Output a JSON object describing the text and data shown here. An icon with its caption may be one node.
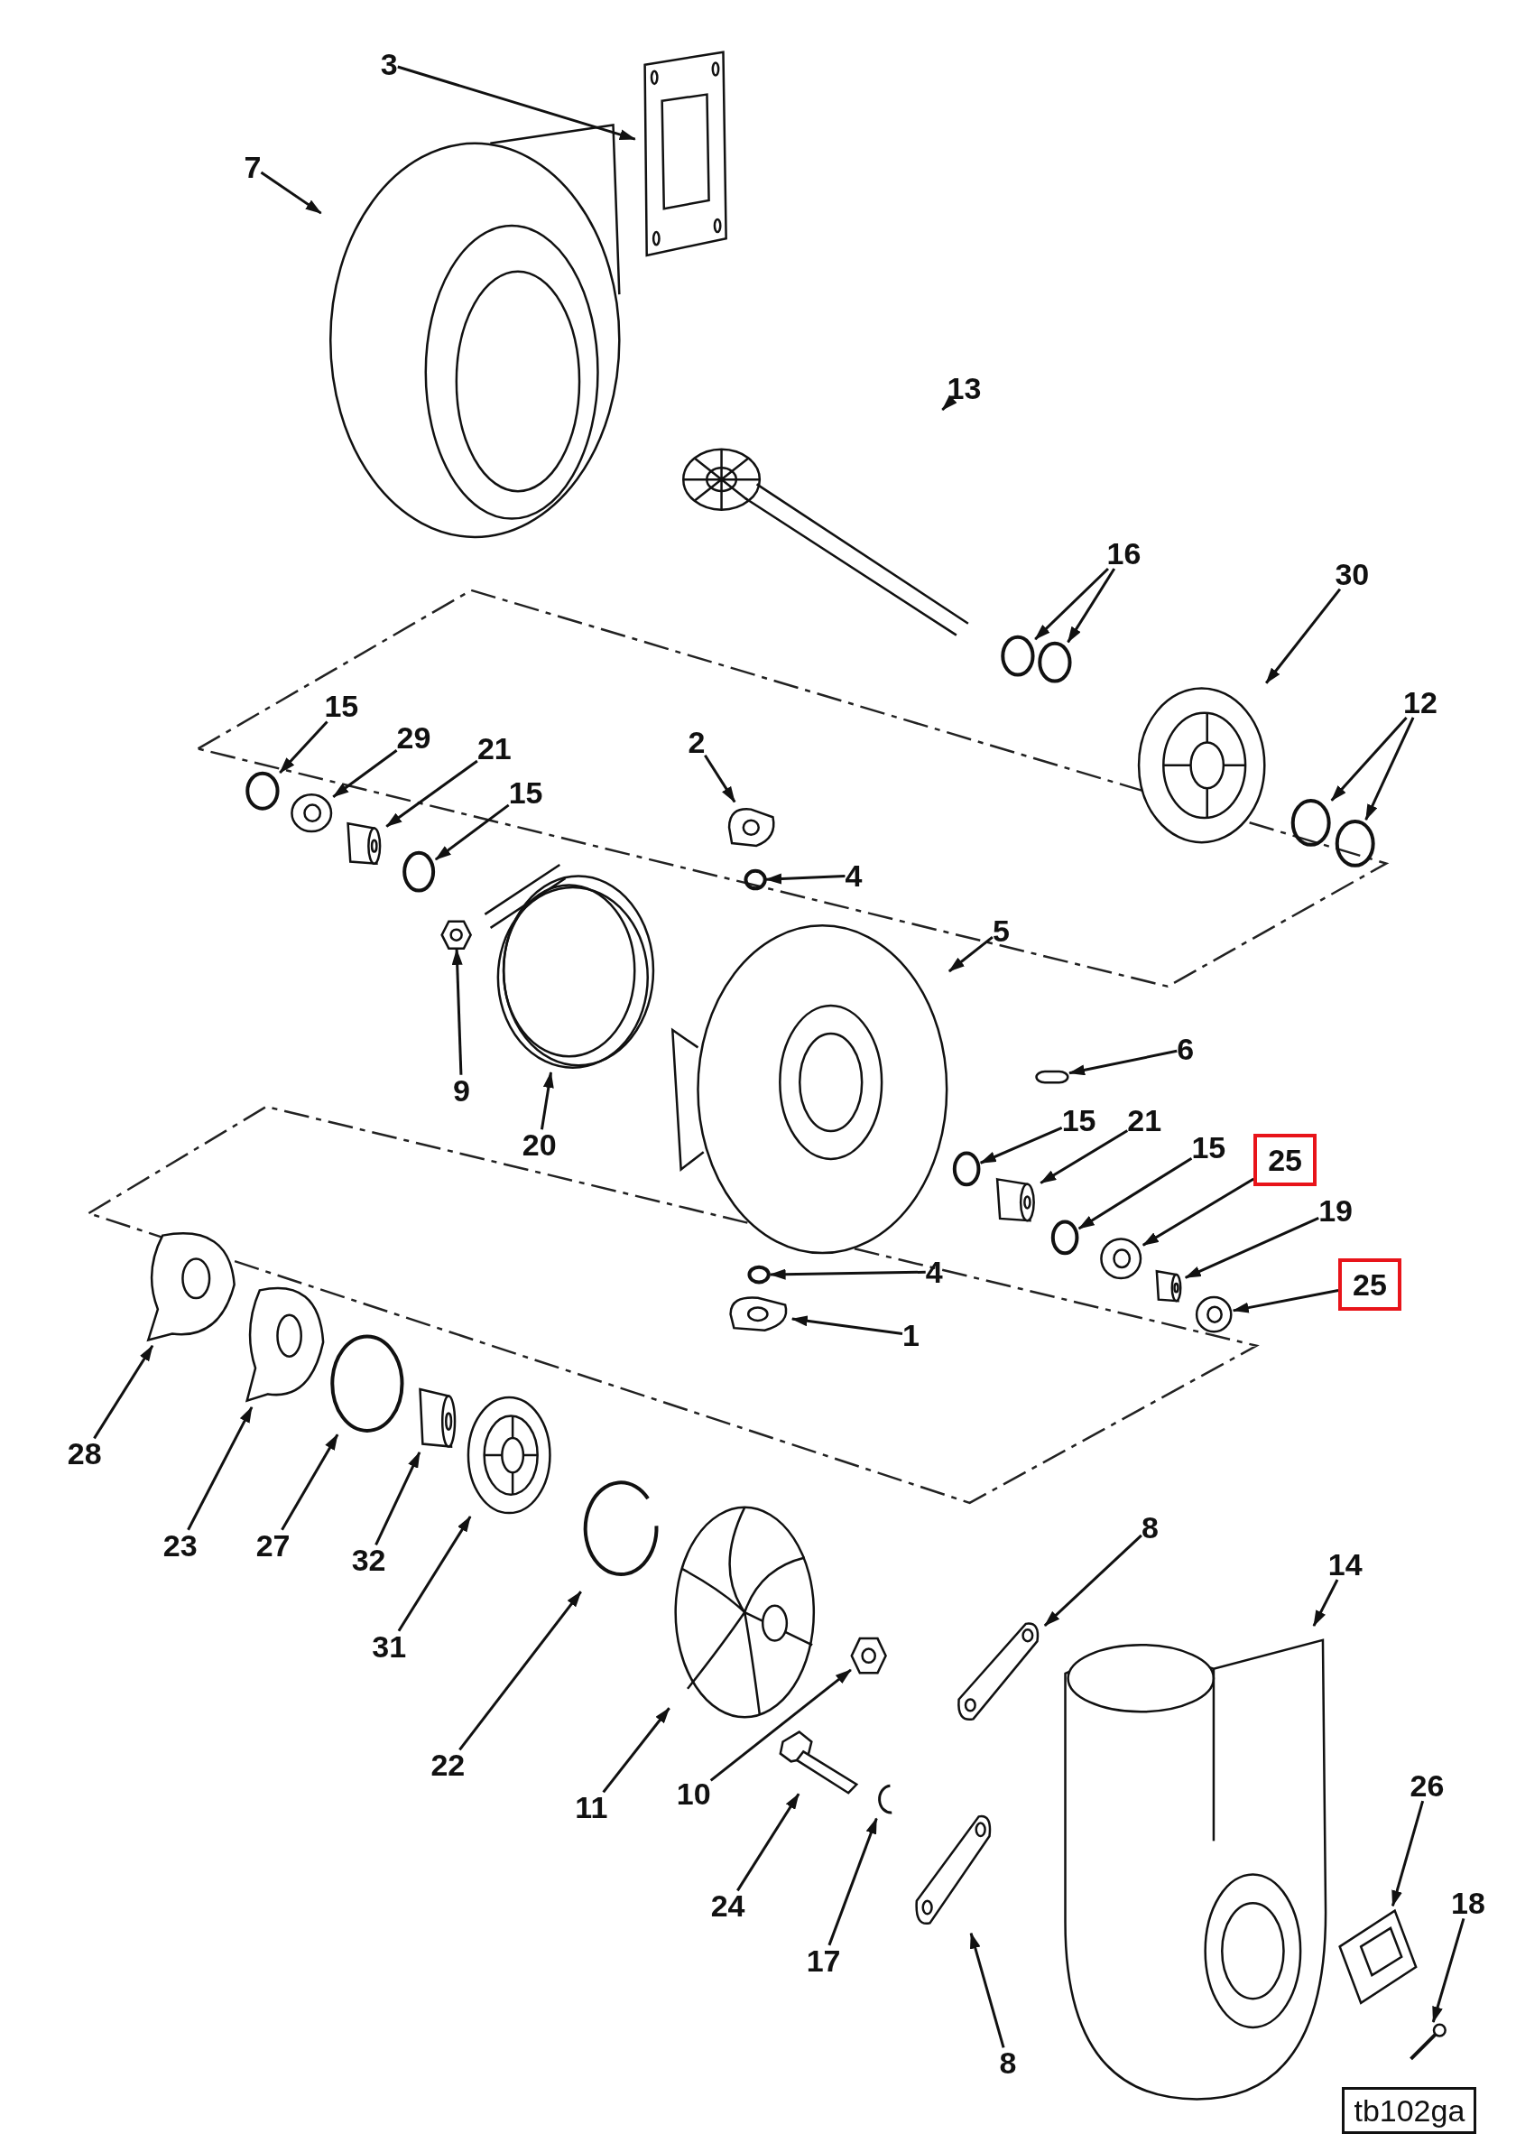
{
  "diagram": {
    "nodes": [
      {
        "text": [
          "3"
        ]
      },
      {
        "text": [],
        "shape": "picture"
      },
      {
        "text": [
          "7"
        ]
      },
      {
        "text": [],
        "shape": "picture"
      },
      {
        "text": [
          "13"
        ]
      },
      {
        "text": [],
        "shape": "picture"
      },
      {
        "text": [
          "16"
        ]
      },
      {
        "text": [],
        "shape": "circle"
      },
      {
        "text": [],
        "shape": "circle"
      },
      {
        "text": [
          "30"
        ]
      },
      {
        "text": [],
        "shape": "picture"
      },
      {
        "text": [
          "12"
        ]
      },
      {
        "text": [],
        "shape": "circle"
      },
      {
        "text": [],
        "shape": "circle"
      },
      {
        "text": [
          "15"
        ]
      },
      {
        "text": [],
        "shape": "circle"
      },
      {
        "text": [
          "29"
        ]
      },
      {
        "text": [],
        "shape": "picture"
      },
      {
        "text": [
          "21"
        ]
      },
      {
        "text": [],
        "shape": "picture"
      },
      {
        "text": [
          "15"
        ]
      },
      {
        "text": [],
        "shape": "circle"
      },
      {
        "text": [
          "2"
        ]
      },
      {
        "text": [],
        "shape": "picture"
      },
      {
        "text": [
          "4"
        ]
      },
      {
        "text": [],
        "shape": "circle"
      },
      {
        "text": [
          "5"
        ]
      },
      {
        "text": [],
        "shape": "picture"
      },
      {
        "text": [
          "9"
        ]
      },
      {
        "text": [],
        "shape": "picture"
      },
      {
        "text": [
          "20"
        ]
      },
      {
        "text": [],
        "shape": "picture"
      },
      {
        "text": [
          "6"
        ]
      },
      {
        "text": [],
        "shape": "bar"
      },
      {
        "text": [
          "15"
        ]
      },
      {
        "text": [],
        "shape": "circle"
      },
      {
        "text": [
          "21"
        ]
      },
      {
        "text": [],
        "shape": "picture"
      },
      {
        "text": [
          "15"
        ]
      },
      {
        "text": [],
        "shape": "circle"
      },
      {
        "text": [
          "25"
        ]
      },
      {
        "text": [],
        "shape": "picture"
      },
      {
        "text": [
          "19"
        ]
      },
      {
        "text": [],
        "shape": "picture"
      },
      {
        "text": [
          "25"
        ]
      },
      {
        "text": [],
        "shape": "picture"
      },
      {
        "text": [
          "4"
        ]
      },
      {
        "text": [],
        "shape": "circle"
      },
      {
        "text": [
          "1"
        ]
      },
      {
        "text": [],
        "shape": "picture"
      },
      {
        "text": [
          "28"
        ]
      },
      {
        "text": [],
        "shape": "picture"
      },
      {
        "text": [
          "23"
        ]
      },
      {
        "text": [],
        "shape": "picture"
      },
      {
        "text": [
          "27"
        ]
      },
      {
        "text": [],
        "shape": "circle"
      },
      {
        "text": [
          "32"
        ]
      },
      {
        "text": [],
        "shape": "picture"
      },
      {
        "text": [
          "31"
        ]
      },
      {
        "text": [],
        "shape": "picture"
      },
      {
        "text": [
          "8"
        ]
      },
      {
        "text": [],
        "shape": "picture"
      },
      {
        "text": [
          "14"
        ]
      },
      {
        "text": [],
        "shape": "picture"
      },
      {
        "text": [
          "22"
        ]
      },
      {
        "text": [],
        "shape": "picture"
      },
      {
        "text": [
          "11"
        ]
      },
      {
        "text": [],
        "shape": "picture"
      },
      {
        "text": [
          "10"
        ]
      },
      {
        "text": [],
        "shape": "picture"
      },
      {
        "text": [
          "24"
        ]
      },
      {
        "text": [],
        "shape": "picture"
      },
      {
        "text": [
          "17"
        ]
      },
      {
        "text": [],
        "shape": "picture"
      },
      {
        "text": [
          "8"
        ]
      },
      {
        "text": [],
        "shape": "picture"
      },
      {
        "text": [
          "26"
        ]
      },
      {
        "text": [],
        "shape": "picture"
      },
      {
        "text": [
          "18"
        ]
      },
      {
        "text": [],
        "shape": "picture"
      }
    ],
    "edges": [
      {
        "from": 0,
        "to": 1,
        "arrow": "to"
      },
      {
        "from": 2,
        "to": 3,
        "arrow": "to"
      },
      {
        "from": 4,
        "to": 5,
        "arrow": "to"
      },
      {
        "from": 6,
        "to": 7,
        "arrow": "to"
      },
      {
        "from": 6,
        "to": 8,
        "arrow": "to"
      },
      {
        "from": 9,
        "to": 10,
        "arrow": "to"
      },
      {
        "from": 11,
        "to": 12,
        "arrow": "to"
      },
      {
        "from": 11,
        "to": 13,
        "arrow": "to"
      },
      {
        "from": 14,
        "to": 15,
        "arrow": "to"
      },
      {
        "from": 16,
        "to": 17,
        "arrow": "to"
      },
      {
        "from": 18,
        "to": 19,
        "arrow": "to"
      },
      {
        "from": 20,
        "to": 21,
        "arrow": "to"
      },
      {
        "from": 22,
        "to": 23,
        "arrow": "to"
      },
      {
        "from": 24,
        "to": 25,
        "arrow": "to"
      },
      {
        "from": 26,
        "to": 27,
        "arrow": "to"
      },
      {
        "from": 28,
        "to": 29,
        "arrow": "to"
      },
      {
        "from": 30,
        "to": 31,
        "arrow": "to"
      },
      {
        "from": 32,
        "to": 33,
        "arrow": "to"
      },
      {
        "from": 34,
        "to": 35,
        "arrow": "to"
      },
      {
        "from": 36,
        "to": 37,
        "arrow": "to"
      },
      {
        "from": 38,
        "to": 39,
        "arrow": "to"
      },
      {
        "from": 40,
        "to": 41,
        "arrow": "to"
      },
      {
        "from": 42,
        "to": 43,
        "arrow": "to"
      },
      {
        "from": 44,
        "to": 45,
        "arrow": "to"
      },
      {
        "from": 46,
        "to": 47,
        "arrow": "to"
      },
      {
        "from": 48,
        "to": 49,
        "arrow": "to"
      },
      {
        "from": 50,
        "to": 51,
        "arrow": "to"
      },
      {
        "from": 52,
        "to": 53,
        "arrow": "to"
      },
      {
        "from": 54,
        "to": 55,
        "arrow": "to"
      },
      {
        "from": 56,
        "to": 57,
        "arrow": "to"
      },
      {
        "from": 58,
        "to": 59,
        "arrow": "to"
      },
      {
        "from": 60,
        "to": 61,
        "arrow": "to"
      },
      {
        "from": 62,
        "to": 63,
        "arrow": "to"
      },
      {
        "from": 64,
        "to": 65,
        "arrow": "to"
      },
      {
        "from": 66,
        "to": 67,
        "arrow": "to"
      },
      {
        "from": 68,
        "to": 69,
        "arrow": "to"
      },
      {
        "from": 70,
        "to": 71,
        "arrow": "to"
      },
      {
        "from": 72,
        "to": 73,
        "arrow": "to"
      },
      {
        "from": 74,
        "to": 75,
        "arrow": "to"
      },
      {
        "from": 76,
        "to": 77,
        "arrow": "to"
      },
      {
        "from": 78,
        "to": 79,
        "arrow": "to"
      }
    ],
    "labels": [
      "tb102ga"
    ]
  }
}
